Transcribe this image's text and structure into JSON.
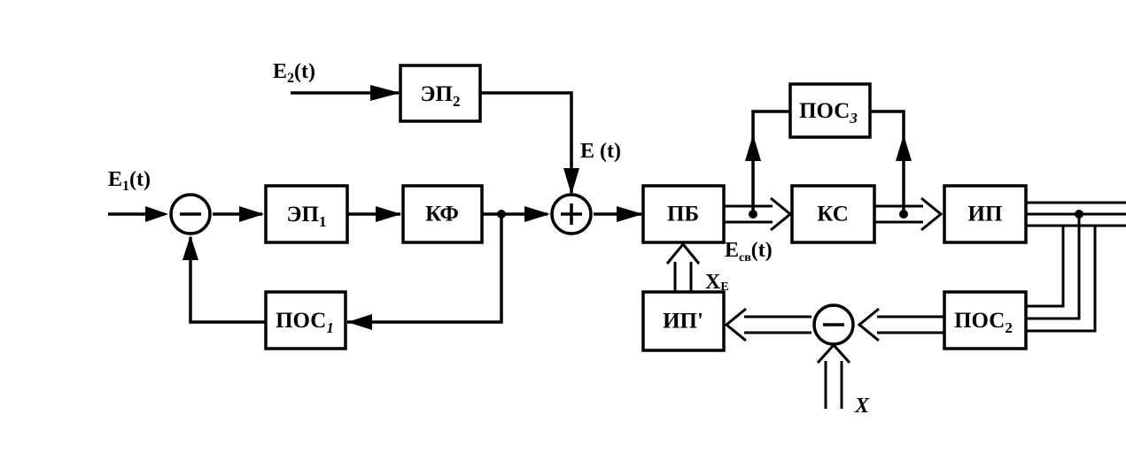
{
  "blocks": {
    "ep2": {
      "main": "ЭП",
      "sub": "2"
    },
    "ep1": {
      "main": "ЭП",
      "sub": "1"
    },
    "kf": {
      "main": "КФ"
    },
    "pos1": {
      "main": "ПОС",
      "sub": "1"
    },
    "pb": {
      "main": "ПБ"
    },
    "pos3": {
      "main": "ПОС",
      "sub": "3"
    },
    "ks": {
      "main": "КС"
    },
    "ip": {
      "main": "ИП"
    },
    "pos2": {
      "main": "ПОС",
      "sub": "2"
    },
    "ip_prime": {
      "main": "ИП'"
    }
  },
  "signals": {
    "e2": {
      "main": "E",
      "sub": "2",
      "tail": "(t)"
    },
    "e1": {
      "main": "E",
      "sub": "1",
      "tail": "(t)"
    },
    "e": {
      "main": "E (t)"
    },
    "esv": {
      "main": "E",
      "sub": "св",
      "tail": "(t)"
    },
    "xe": {
      "main": "X",
      "sub": "E"
    },
    "x": {
      "main": "X"
    }
  }
}
